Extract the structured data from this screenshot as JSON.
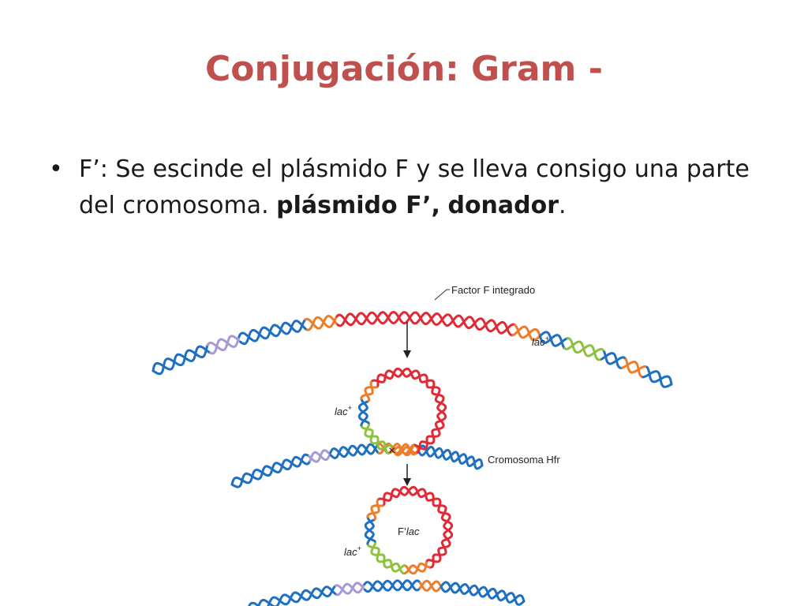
{
  "slide": {
    "title": "Conjugación: Gram -",
    "bullet": {
      "marker": "•",
      "text_normal": "F’: Se escinde el plásmido F y se lleva consigo una parte del cromosoma. ",
      "text_bold_1": "plásmido F’,",
      "text_between": " ",
      "text_bold_2": "donador",
      "text_end": "."
    }
  },
  "figure": {
    "label_factor": "Factor F integrado",
    "label_lac_top": "lac",
    "label_lac_mid": "lac",
    "label_lac_bottom": "lac",
    "label_superscript": "+",
    "label_chromosome": "Cromosoma Hfr",
    "label_flac_prefix": "F’",
    "label_flac_suffix": "lac",
    "label_cross": "×",
    "colors": {
      "blue": "#1f6fc2",
      "orange": "#ee7d2a",
      "red": "#e02a36",
      "green": "#8dc13f",
      "lavender": "#a79ad2",
      "title": "#c0504d"
    }
  }
}
